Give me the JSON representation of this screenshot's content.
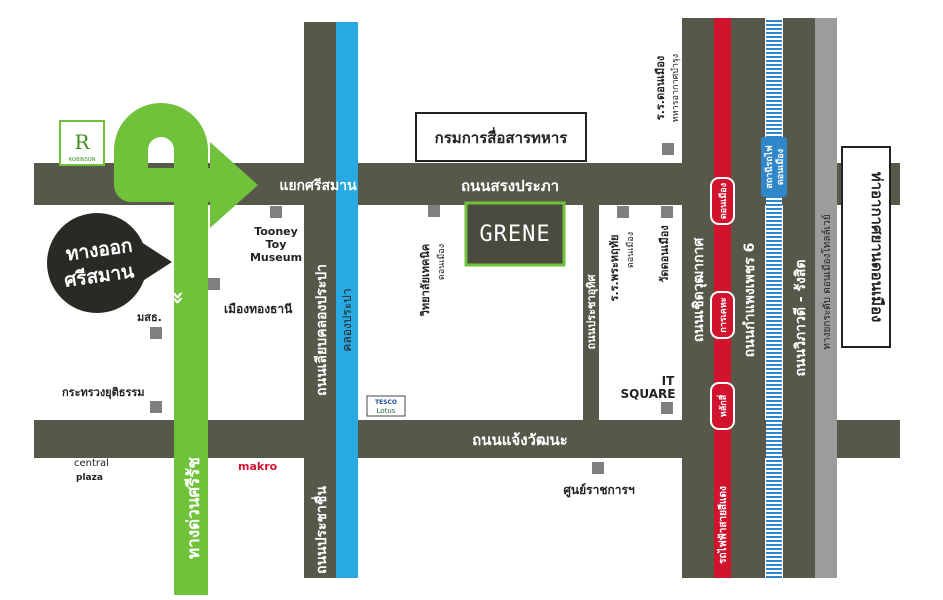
{
  "colors": {
    "road": "#57574a",
    "canal": "#29a9e1",
    "expressway": "#6fc23a",
    "expressway_dark": "#3e8f1f",
    "rail_red": "#d1132e",
    "skytrain": "#2f86c8",
    "building": "#7f7f7f",
    "exit_badge": "#2a2a25"
  },
  "roads": {
    "srisaman_junction": "แยกศรีสมาน",
    "songprapa": "ถนนสรงประภา",
    "chaengwattana": "ถนนแจ้งวัฒนะ",
    "liab_khlong_prapa": "ถนนเลียบคลองประปา",
    "khlong_prapa": "คลองประปา",
    "prachachuen": "ถนนประชาชื่น",
    "prachautit": "ถนนประชาอุทิศ",
    "chertwutthakat": "ถนนเชิดวุฒากาศ",
    "kamphaeng_phet_6": "ถนนกำแพงเพชร 6",
    "vibhavadi": "ถนนวิภาวดี - รังสิต",
    "don_mueang_tollway": "ทางยกระดับ ดอนเมืองโทลล์เวย์",
    "si_rat_expressway": "ทางด่วนศรีรัช"
  },
  "badges": {
    "don_mueang": "ดอนเมือง",
    "karakade": "การเคหะ",
    "laksi": "หลักสี่",
    "red_line": "รถไฟฟ้าสายสีแดง",
    "skytrain_station_1": "สถานีรถไฟ",
    "skytrain_station_2": "ดอนเมือง"
  },
  "places": {
    "robinson_logo": "R",
    "robinson_name": "ROBINSON",
    "exit_line1": "ทางออก",
    "exit_line2": "ศรีสมาน",
    "tooney_1": "Tooney",
    "tooney_2": "Toy",
    "tooney_3": "Museum",
    "mueang_thong": "เมืองทองธานี",
    "mor_sor": "มสธ.",
    "justice": "กระทรวงยุติธรรม",
    "central_1": "central",
    "central_2": "plaza",
    "makro": "makro",
    "tesco_1": "TESCO",
    "tesco_2": "Lotus",
    "comm_dept": "กรมการสื่อสารทหาร",
    "grene": "GRENE",
    "tech_college_1": "วิทยาลัยเทคนิค",
    "tech_college_2": "ดอนเมือง",
    "school_1": "ร.ร.พระหฤทัย",
    "school_2": "ดอนเมือง",
    "wat": "วัดดอนเมือง",
    "it_square_1": "IT",
    "it_square_2": "SQUARE",
    "gov_center": "ศูนย์ราชการฯ",
    "school_top_1": "ร.ร.ดอนเมือง",
    "school_top_2": "ทหารอากาศบำรุง",
    "airport": "ท่าอากาศยานดอนเมือง"
  }
}
